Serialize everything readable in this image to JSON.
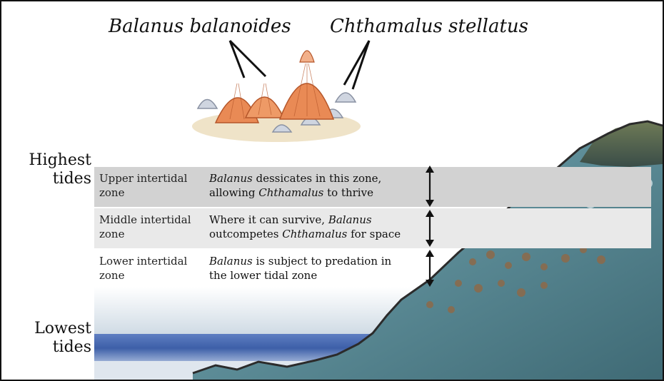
{
  "species_labels": {
    "left": "Balanus balanoides",
    "right": "Chthamalus stellatus"
  },
  "tide_labels": {
    "highest": [
      "Highest",
      "tides"
    ],
    "lowest": [
      "Lowest",
      "tides"
    ]
  },
  "zones": [
    {
      "name": [
        "Upper intertidal",
        "zone"
      ],
      "desc_line1": [
        [
          "Balanus",
          true
        ],
        [
          " dessicates in this zone,",
          false
        ]
      ],
      "desc_line2": [
        [
          "allowing ",
          false
        ],
        [
          "Chthamalus",
          true
        ],
        [
          " to thrive",
          false
        ]
      ]
    },
    {
      "name": [
        "Middle intertidal",
        "zone"
      ],
      "desc_line1": [
        [
          "Where it can survive, ",
          false
        ],
        [
          "Balanus",
          true
        ]
      ],
      "desc_line2": [
        [
          "outcompetes ",
          false
        ],
        [
          "Chthamalus",
          true
        ],
        [
          " for space",
          false
        ]
      ]
    },
    {
      "name": [
        "Lower intertidal",
        "zone"
      ],
      "desc_line1": [
        [
          "Balanus",
          true
        ],
        [
          " is subject to predation in",
          false
        ]
      ],
      "desc_line2": [
        [
          "the lower tidal zone",
          false
        ]
      ]
    }
  ],
  "colors": {
    "upper_band": "#d2d2d2",
    "middle_band": "#e9e9e9",
    "rock": "#5f8f9a",
    "water": "#3d5fa8",
    "balanus": "#e98a55",
    "chthamalus": "#cfd5e0"
  }
}
